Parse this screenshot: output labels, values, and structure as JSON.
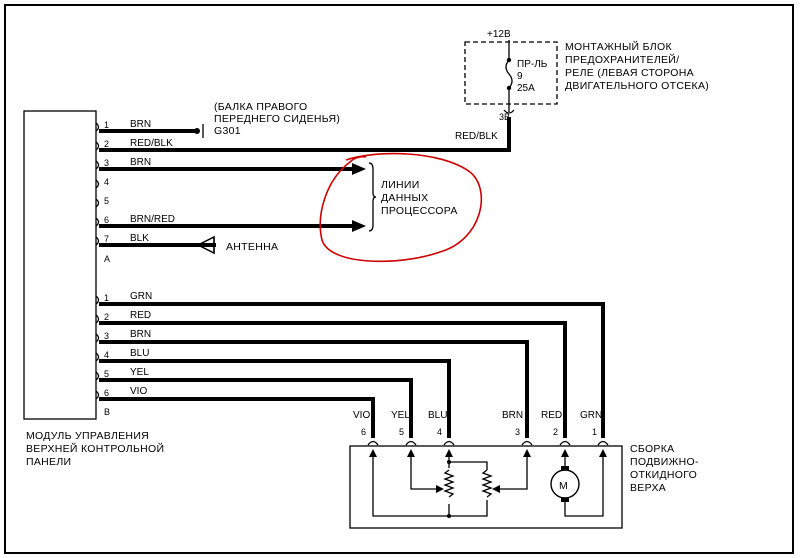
{
  "frame_color": "#000000",
  "highlight_color": "#cc0000",
  "fuse_block": {
    "supply": "+12В",
    "label": [
      "МОНТАЖНЫЙ БЛОК",
      "ПРЕДОХРАНИТЕЛЕЙ/",
      "РЕЛЕ (ЛЕВАЯ СТОРОНА",
      "ДВИГАТЕЛЬНОГО ОТСЕКА)"
    ],
    "fuse_name": "ПР-ЛЬ",
    "fuse_number": "9",
    "fuse_rating": "25A",
    "terminal": "3B",
    "output_wire": "RED/BLK"
  },
  "ground": {
    "label": [
      "(БАЛКА ПРАВОГО",
      "ПЕРЕДНЕГО СИДЕНЬЯ)"
    ],
    "id": "G301"
  },
  "data_lines_label": [
    "ЛИНИИ",
    "ДАННЫХ",
    "ПРОЦЕССОРА"
  ],
  "antenna_label": "АНТЕННА",
  "module_label": [
    "МОДУЛЬ УПРАВЛЕНИЯ",
    "ВЕРХНЕЙ КОНТРОЛЬНОЙ",
    "ПАНЕЛИ"
  ],
  "connector_a": {
    "id": "A",
    "pins": [
      {
        "num": "1",
        "wire": "BRN"
      },
      {
        "num": "2",
        "wire": "RED/BLK"
      },
      {
        "num": "3",
        "wire": "BRN"
      },
      {
        "num": "4",
        "wire": ""
      },
      {
        "num": "5",
        "wire": ""
      },
      {
        "num": "6",
        "wire": "BRN/RED"
      },
      {
        "num": "7",
        "wire": "BLK"
      }
    ]
  },
  "connector_b": {
    "id": "B",
    "pins": [
      {
        "num": "1",
        "wire": "GRN"
      },
      {
        "num": "2",
        "wire": "RED"
      },
      {
        "num": "3",
        "wire": "BRN"
      },
      {
        "num": "4",
        "wire": "BLU"
      },
      {
        "num": "5",
        "wire": "YEL"
      },
      {
        "num": "6",
        "wire": "VIO"
      }
    ]
  },
  "assembly": {
    "label": [
      "СБОРКА",
      "ПОДВИЖНО-",
      "ОТКИДНОГО",
      "ВЕРХА"
    ],
    "motor": "M",
    "pins": [
      {
        "num": "6",
        "wire": "VIO"
      },
      {
        "num": "5",
        "wire": "YEL"
      },
      {
        "num": "4",
        "wire": "BLU"
      },
      {
        "num": "3",
        "wire": "BRN"
      },
      {
        "num": "2",
        "wire": "RED"
      },
      {
        "num": "1",
        "wire": "GRN"
      }
    ]
  }
}
